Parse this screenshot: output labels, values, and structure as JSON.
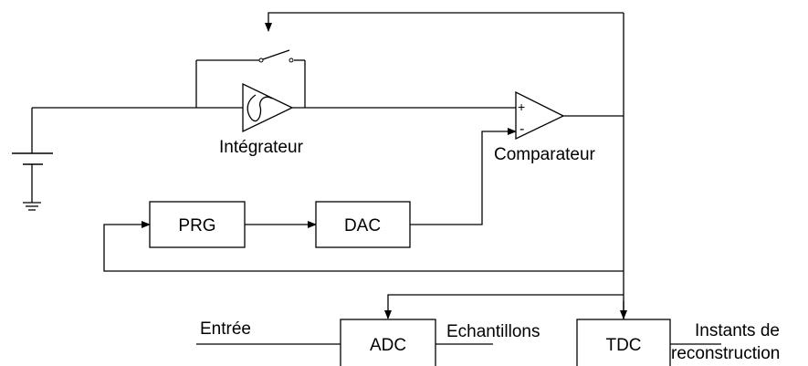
{
  "labels": {
    "integrator": "Intégrateur",
    "comparator": "Comparateur",
    "plus": "+",
    "minus": "-",
    "input": "Entrée",
    "samples": "Echantillons",
    "instants_line1": "Instants de",
    "instants_line2": "reconstruction"
  },
  "blocks": {
    "prg": "PRG",
    "dac": "DAC",
    "adc": "ADC",
    "tdc": "TDC"
  }
}
